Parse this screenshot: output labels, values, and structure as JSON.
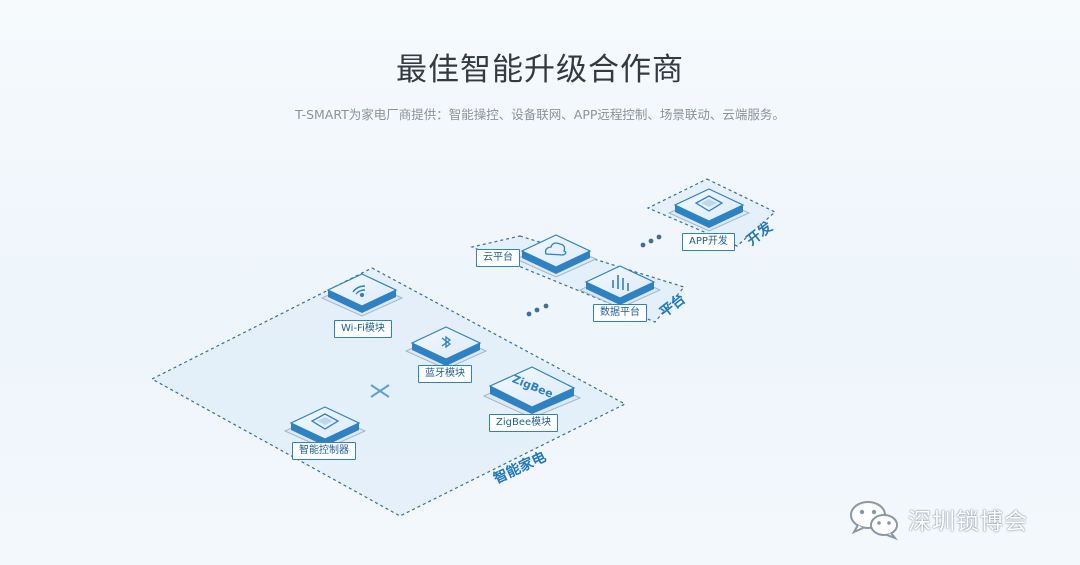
{
  "header": {
    "title": "最佳智能升级合作商",
    "subtitle": "T-SMART为家电厂商提供：智能操控、设备联网、APP远程控制、场景联动、云端服务。"
  },
  "nodes": {
    "wifi": "Wi-Fi模块",
    "bluetooth": "蓝牙模块",
    "zigbee": "ZigBee模块",
    "zigbee_face": "ZigBee",
    "controller": "智能控制器",
    "cloud": "云平台",
    "data": "数据平台",
    "app": "APP开发"
  },
  "groups": {
    "appliance": "智能家电",
    "platform": "平台",
    "dev": "开发"
  },
  "watermark": {
    "text": "深圳锁博会",
    "icon": "wechat-icon"
  },
  "colors": {
    "accent": "#2e82c4",
    "tile_top": "#eaf4fc",
    "dashed": "#3a6e96"
  }
}
